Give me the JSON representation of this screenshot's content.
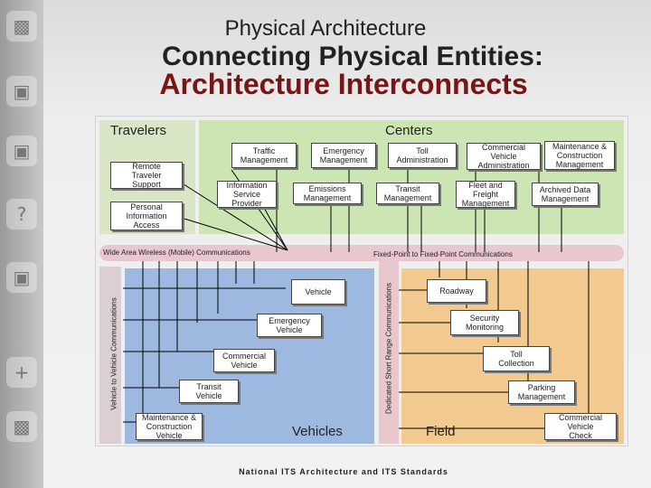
{
  "header": {
    "line1": "Physical Architecture",
    "line2": "Connecting Physical Entities:",
    "line3": "Architecture Interconnects"
  },
  "colors": {
    "travelers_bg": "#d8e6c6",
    "centers_bg": "#cce6b3",
    "vehicles_bg": "#9eb9e0",
    "field_bg": "#f2c98f",
    "comm_bar": "#e8c7cf"
  },
  "sidebar": {
    "icons": [
      "car-icon",
      "bus-icon",
      "question-icon",
      "bus-icon",
      "plus-icon",
      "car-icon"
    ]
  },
  "diagram": {
    "travelers_label": "Travelers",
    "centers_label": "Centers",
    "vehicles_label": "Vehicles",
    "field_label": "Field",
    "wide_area": "Wide Area Wireless (Mobile) Communications",
    "fixed_point": "Fixed-Point to Fixed-Point Communications",
    "v2v": "Vehicle to Vehicle Communications",
    "dsrc": "Dedicated Short Range Communications",
    "travelers": [
      "Remote\nTraveler\nSupport",
      "Personal\nInformation\nAccess"
    ],
    "centers": [
      "Traffic\nManagement",
      "Emergency\nManagement",
      "Toll\nAdministration",
      "Commercial\nVehicle\nAdministration",
      "Maintenance &\nConstruction\nManagement",
      "Information\nService\nProvider",
      "Emissions\nManagement",
      "Transit\nManagement",
      "Fleet and\nFreight\nManagement",
      "Archived Data\nManagement"
    ],
    "vehicles": [
      "Vehicle",
      "Emergency\nVehicle",
      "Commercial\nVehicle",
      "Transit\nVehicle",
      "Maintenance &\nConstruction\nVehicle"
    ],
    "field": [
      "Roadway",
      "Security\nMonitoring",
      "Toll\nCollection",
      "Parking\nManagement",
      "Commercial\nVehicle\nCheck"
    ]
  },
  "footer": "National ITS Architecture and ITS Standards"
}
